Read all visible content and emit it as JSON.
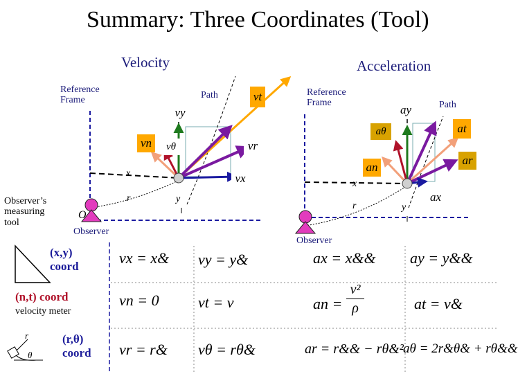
{
  "title": "Summary:   Three Coordinates (Tool)",
  "velocity_panel": {
    "heading": "Velocity",
    "reference_frame": [
      "Reference",
      "Frame"
    ],
    "path": "Path",
    "axis_x": "x",
    "axis_y": "y",
    "radius": "r",
    "observer": "Observer",
    "labels": {
      "vt": "vt",
      "vy": "vy",
      "vn": "vn",
      "vtheta": "vθ",
      "vr": "vr",
      "vx": "vx"
    }
  },
  "acceleration_panel": {
    "heading": "Acceleration",
    "reference_frame": [
      "Reference",
      "Frame"
    ],
    "path": "Path",
    "axis_x": "x",
    "axis_y": "y",
    "radius": "r",
    "observer": "Observer",
    "labels": {
      "ay": "ay",
      "atheta": "aθ",
      "at": "at",
      "an": "an",
      "ar": "ar",
      "ax": "ax"
    }
  },
  "observer_tool": [
    "Observer’s",
    "measuring",
    "tool"
  ],
  "observer_marker": "O",
  "rows": [
    {
      "label": [
        "(x,y)",
        "coord"
      ]
    },
    {
      "label": [
        "(n,t) coord"
      ],
      "sublabel": "velocity meter"
    },
    {
      "label": [
        "(r,θ)",
        "coord"
      ],
      "meter_r": "r",
      "meter_theta": "θ"
    }
  ],
  "equations": {
    "vx": "vx = x&",
    "vy": "vy = y&",
    "vn": "vn = 0",
    "vt": "vt = v",
    "vr": "vr = r&",
    "vtheta": "vθ = rθ&",
    "ax": "ax = x&&",
    "ay": "ay = y&&",
    "an_lhs": "an =",
    "an_num": "v²",
    "an_den": "ρ",
    "at": "at = v&",
    "ar": "ar = r&& − rθ&²",
    "atheta": "aθ = 2r&θ& + rθ&&"
  },
  "colors": {
    "purple": "#7a1aa0",
    "green": "#1e7a1e",
    "blue": "#1a1aa0",
    "red": "#b0122a",
    "salmon": "#f2a07a",
    "orange": "#ffa800",
    "gold": "#d8a200",
    "marker": "#e23bbd"
  }
}
